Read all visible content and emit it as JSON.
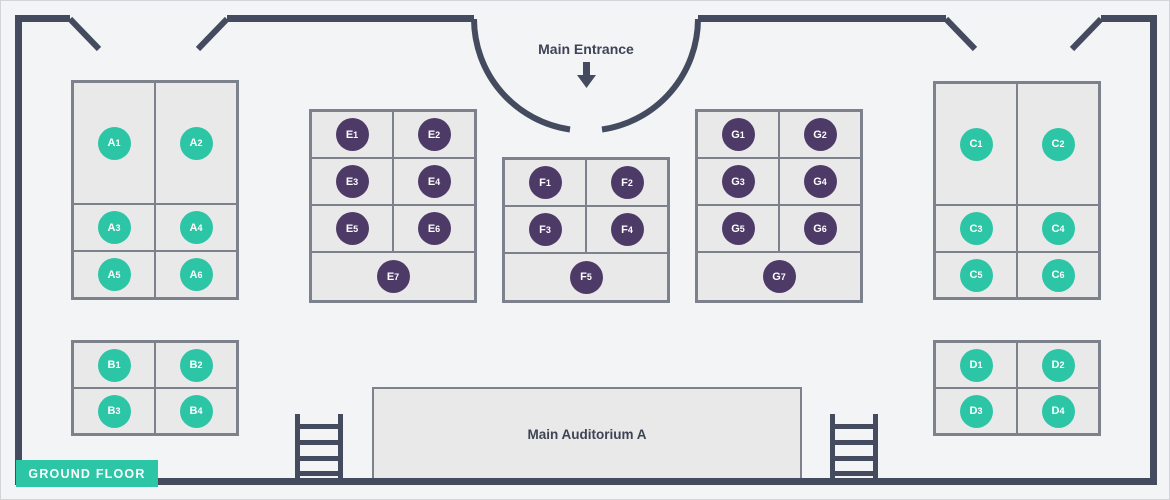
{
  "labels": {
    "entrance": "Main Entrance",
    "auditorium": "Main Auditorium A",
    "floor_badge": "GROUND FLOOR"
  },
  "colors": {
    "wall": "#444b5f",
    "teal": "#2cc5a5",
    "purple": "#4e3a67",
    "cell_fill": "#e9e9e9",
    "cell_border": "#7d818c",
    "background": "#f3f4f6",
    "text": "#3e4456"
  },
  "icons": {
    "entrance_arrow": "arrow-down-icon",
    "stairs": "stairs-icon",
    "door_swing": "door-swing-icon"
  },
  "blocks": {
    "A": {
      "booths": [
        "A1",
        "A2",
        "A3",
        "A4",
        "A5",
        "A6"
      ]
    },
    "B": {
      "booths": [
        "B1",
        "B2",
        "B3",
        "B4"
      ]
    },
    "C": {
      "booths": [
        "C1",
        "C2",
        "C3",
        "C4",
        "C5",
        "C6"
      ]
    },
    "D": {
      "booths": [
        "D1",
        "D2",
        "D3",
        "D4"
      ]
    },
    "E": {
      "booths": [
        "E1",
        "E2",
        "E3",
        "E4",
        "E5",
        "E6",
        "E7"
      ]
    },
    "F": {
      "booths": [
        "F1",
        "F2",
        "F3",
        "F4",
        "F5"
      ]
    },
    "G": {
      "booths": [
        "G1",
        "G2",
        "G3",
        "G4",
        "G5",
        "G6",
        "G7"
      ]
    }
  }
}
